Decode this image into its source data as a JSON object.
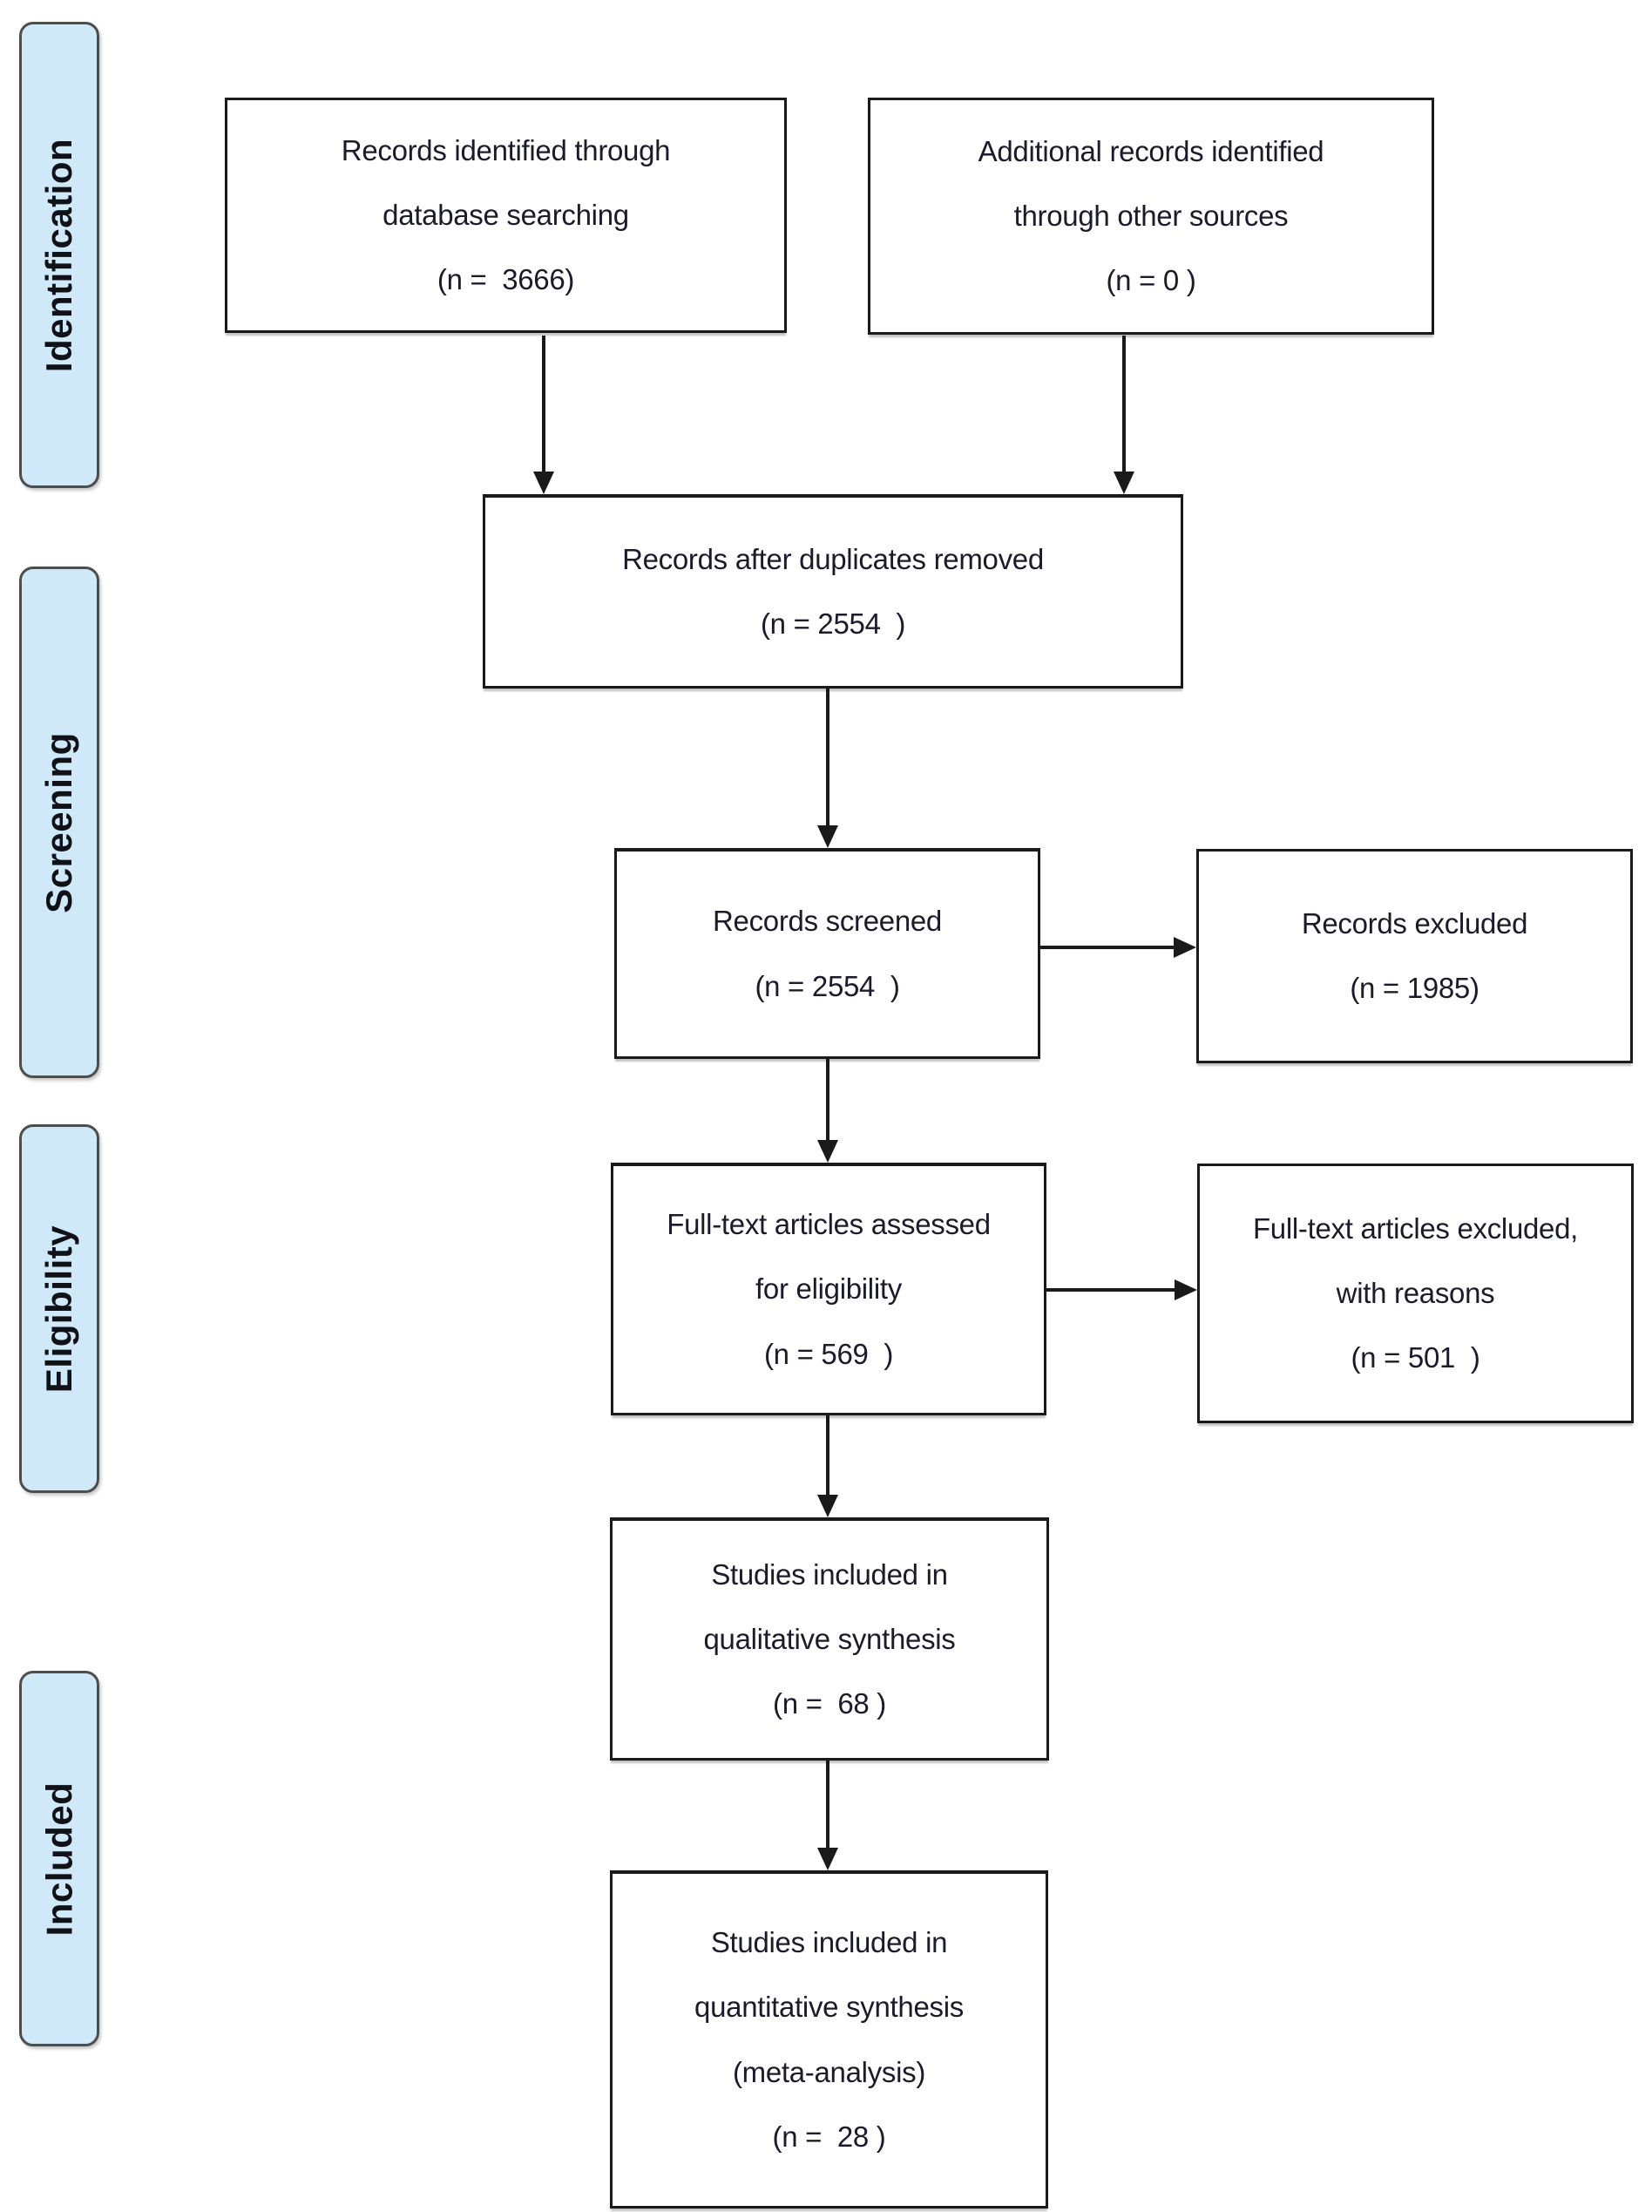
{
  "diagram": {
    "type": "prisma-flow-diagram",
    "stages": [
      {
        "label": "Identification"
      },
      {
        "label": "Screening"
      },
      {
        "label": "Eligibility"
      },
      {
        "label": "Included"
      }
    ],
    "boxes": {
      "records_identified": {
        "text": "Records identified through\ndatabase searching\n(n =  3666)"
      },
      "additional_records": {
        "text": "Additional records identified\nthrough other sources\n(n = 0 )"
      },
      "after_duplicates": {
        "text": "Records after duplicates removed\n(n = 2554  )"
      },
      "records_screened": {
        "text": "Records screened\n(n = 2554  )"
      },
      "records_excluded": {
        "text": "Records excluded\n(n = 1985)"
      },
      "fulltext_assessed": {
        "text": "Full-text articles assessed\nfor eligibility\n(n = 569  )"
      },
      "fulltext_excluded": {
        "text": "Full-text articles excluded,\nwith reasons\n(n = 501  )"
      },
      "qualitative_included": {
        "text": "Studies included in\nqualitative synthesis\n(n =  68 )"
      },
      "quantitative_included": {
        "text": "Studies included in\nquantitative synthesis\n(meta-analysis)\n(n =  28 )"
      }
    },
    "counts": {
      "identified_database": 3666,
      "identified_other_sources": 0,
      "after_duplicates": 2554,
      "screened": 2554,
      "excluded_screening": 1985,
      "fulltext_assessed": 569,
      "fulltext_excluded": 501,
      "qualitative_synthesis": 68,
      "quantitative_synthesis": 28
    },
    "colors": {
      "stage_fill": "#d0e9f8",
      "stage_border": "#4d4d4d",
      "box_border": "#1a1a1a",
      "arrow": "#1a1a1a",
      "text": "#1b1b2b",
      "background": "#ffffff"
    }
  }
}
